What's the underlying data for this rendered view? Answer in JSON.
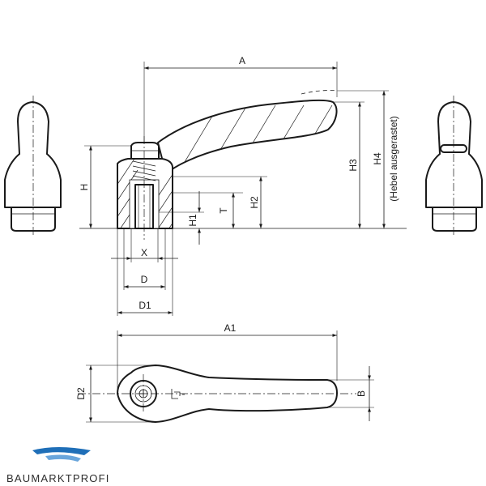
{
  "dimensions": {
    "A": "A",
    "A1": "A1",
    "B": "B",
    "D": "D",
    "D1": "D1",
    "D2": "D2",
    "H": "H",
    "H1": "H1",
    "H2": "H2",
    "H3": "H3",
    "H4": "H4",
    "H4_note": "(Hebel ausgerastet)",
    "T": "T",
    "X": "X"
  },
  "brand": {
    "name": "BAUMARKTPROFI",
    "colors": {
      "primary": "#1f6fb8",
      "light": "#6aa6dc",
      "text": "#2d2d2d"
    }
  }
}
